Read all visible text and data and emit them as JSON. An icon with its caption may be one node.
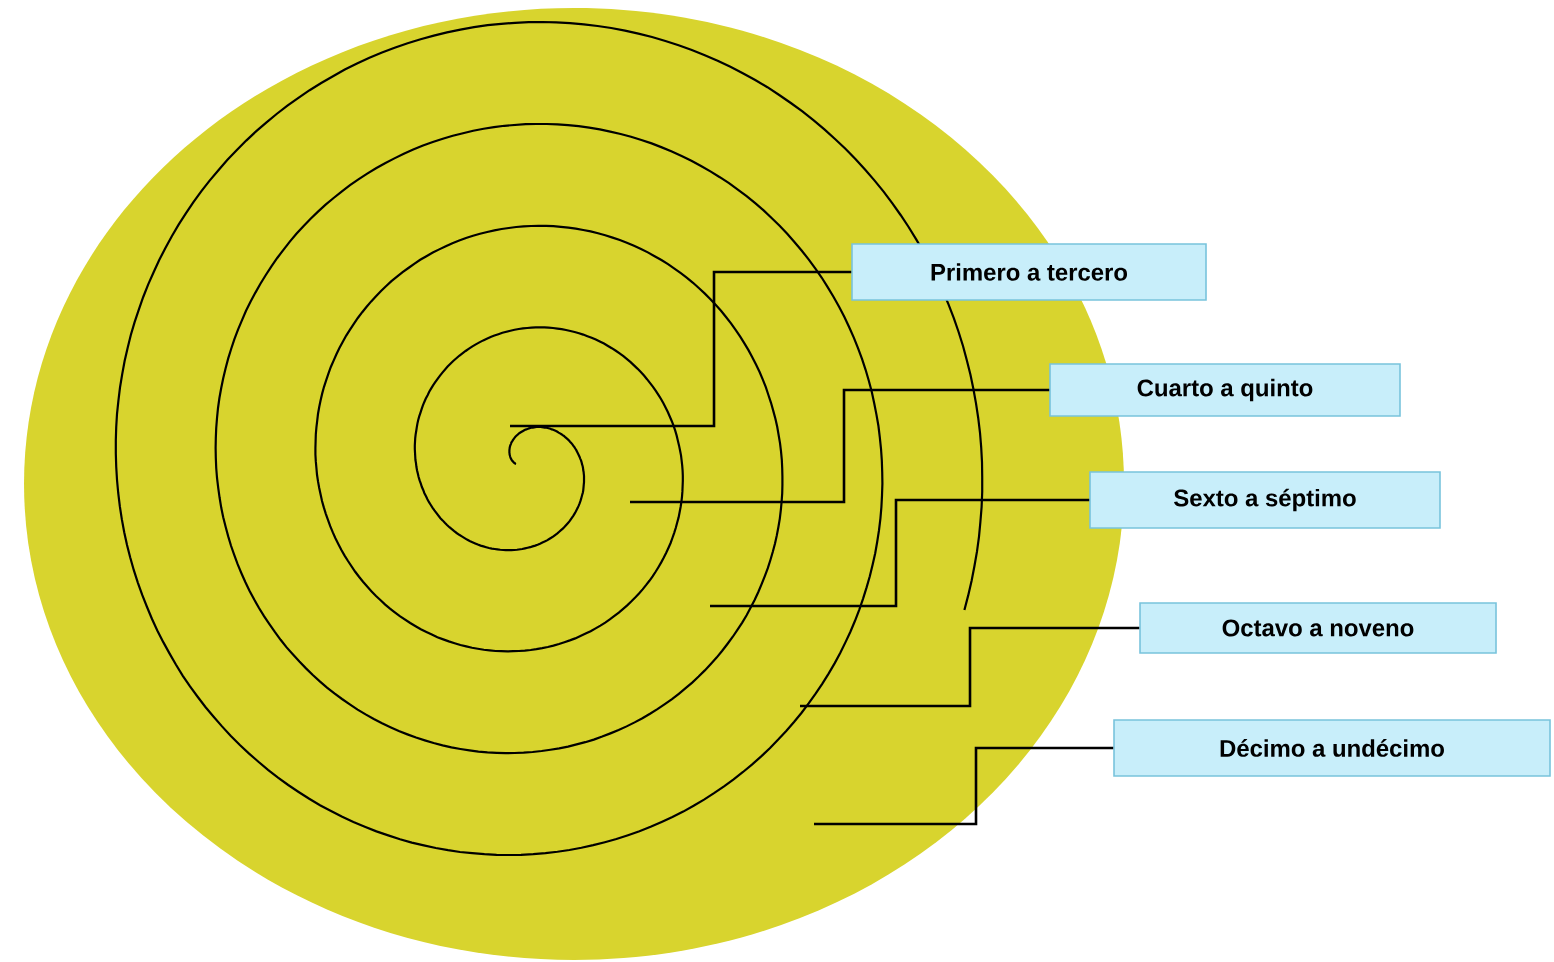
{
  "diagram": {
    "nodes": [
      {
        "text": [
          "Primero a tercero"
        ]
      },
      {
        "text": [
          "Cuarto a quinto"
        ]
      },
      {
        "text": [
          "Sexto a séptimo"
        ]
      },
      {
        "text": [
          "Octavo a noveno"
        ]
      },
      {
        "text": [
          "Décimo a undécimo"
        ]
      }
    ],
    "edges": [
      {
        "from": 0,
        "to": null,
        "arrow": "none"
      },
      {
        "from": 1,
        "to": null,
        "arrow": "none"
      },
      {
        "from": 2,
        "to": null,
        "arrow": "none"
      },
      {
        "from": 3,
        "to": null,
        "arrow": "none"
      },
      {
        "from": 4,
        "to": null,
        "arrow": "none"
      }
    ]
  }
}
